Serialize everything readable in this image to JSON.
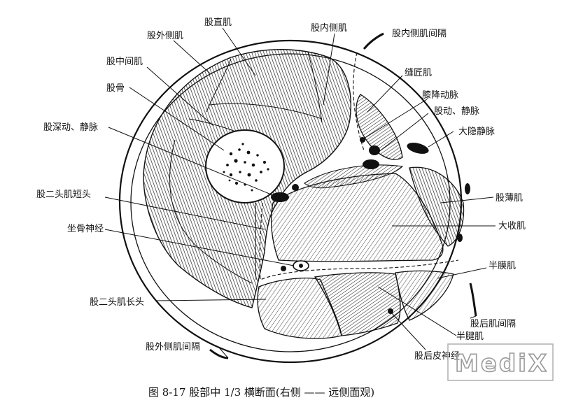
{
  "labels": {
    "rectus_femoris": "股直肌",
    "vastus_lateralis": "股外侧肌",
    "vastus_medialis": "股内侧肌",
    "medial_intermuscular_septum": "股内侧肌间隔",
    "vastus_intermedius": "股中间肌",
    "sartorius": "缝匠肌",
    "femur": "股骨",
    "descending_genicular_vessels": "膝降动脉",
    "femoral_vessels": "股动、静脉",
    "deep_femoral_vessels": "股深动、静脉",
    "great_saphenous_vein": "大隐静脉",
    "biceps_short_head": "股二头肌短头",
    "gracilis": "股薄肌",
    "sciatic_nerve": "坐骨神经",
    "adductor_magnus": "大收肌",
    "semimembranosus": "半膜肌",
    "biceps_long_head": "股二头肌长头",
    "posterior_intermuscular_septum": "股后肌间隔",
    "semitendinosus": "半腱肌",
    "lateral_intermuscular_septum": "股外侧肌间隔",
    "posterior_femoral_cutaneous_nerve": "股后皮神经"
  },
  "caption": "图 8-17  股部中 1/3 横断面(右侧 —— 远侧面观)",
  "watermark": "MediX"
}
